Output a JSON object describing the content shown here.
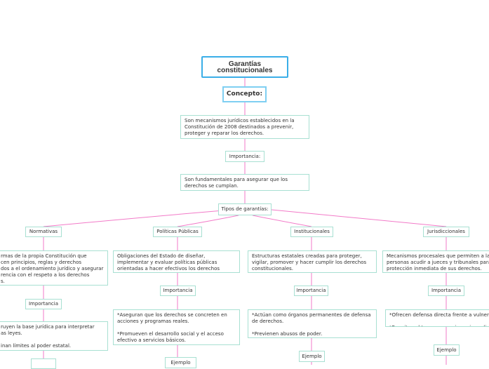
{
  "title": "Garantías constitucionales",
  "concept": {
    "label": "Concepto:",
    "text": "Son mecanismos jurídicos establecidos en la Constitución de 2008 destinados a prevenir, proteger y reparar los derechos.",
    "importance_label": "Importancia:",
    "importance_text": "Son fundamentales para asegurar que los derechos se cumplan."
  },
  "types_label": "Tipos de garantías:",
  "types": [
    {
      "label": "Normativas",
      "text": "rmas de la propia Constitución que\ncen principios, reglas y derechos\ndos a el ordenamiento jurídico y asegurar\nrencia con el respeto a los derechos\ns.",
      "importance_label": "Importancia",
      "importance_text": "ruyen la base jurídica para interpretar\nas leyes.\n\ninan límites al poder estatal."
    },
    {
      "label": "Políticas Públicas",
      "text": "Obligaciones del Estado de diseñar, implementar y evaluar políticas públicas orientadas a hacer efectivos los derechos constitucionales.",
      "importance_label": "Importancia",
      "importance_text": "*Aseguran que los derechos se concreten en acciones y programas reales.\n\n*Promueven el desarrollo social y el acceso efectivo a servicios básicos.",
      "example_label": "Ejemplo"
    },
    {
      "label": "Institucionales",
      "text": "Estructuras estatales creadas para proteger, vigilar, promover y hacer cumplir los derechos constitucionales.",
      "importance_label": "Importancia",
      "importance_text": "*Actúan como órganos permanentes de defensa de derechos.\n\n*Previenen abusos de poder.",
      "example_label": "Ejemplo"
    },
    {
      "label": "Jurisdiccionales",
      "text": "Mecanismos procesales que permiten a las\npersonas acudir a jueces y tribunales para o\nprotección inmediata de sus derechos.",
      "importance_label": "Importancia",
      "importance_text": "*Ofrecen defensa directa frente a vulnerac\n\n*Permiten obtener reparaciones inmediata",
      "example_label": "Ejemplo"
    }
  ],
  "colors": {
    "connector": "#f27ac8",
    "node_border": "#a8e0d2",
    "title_border": "#3aaee8"
  }
}
